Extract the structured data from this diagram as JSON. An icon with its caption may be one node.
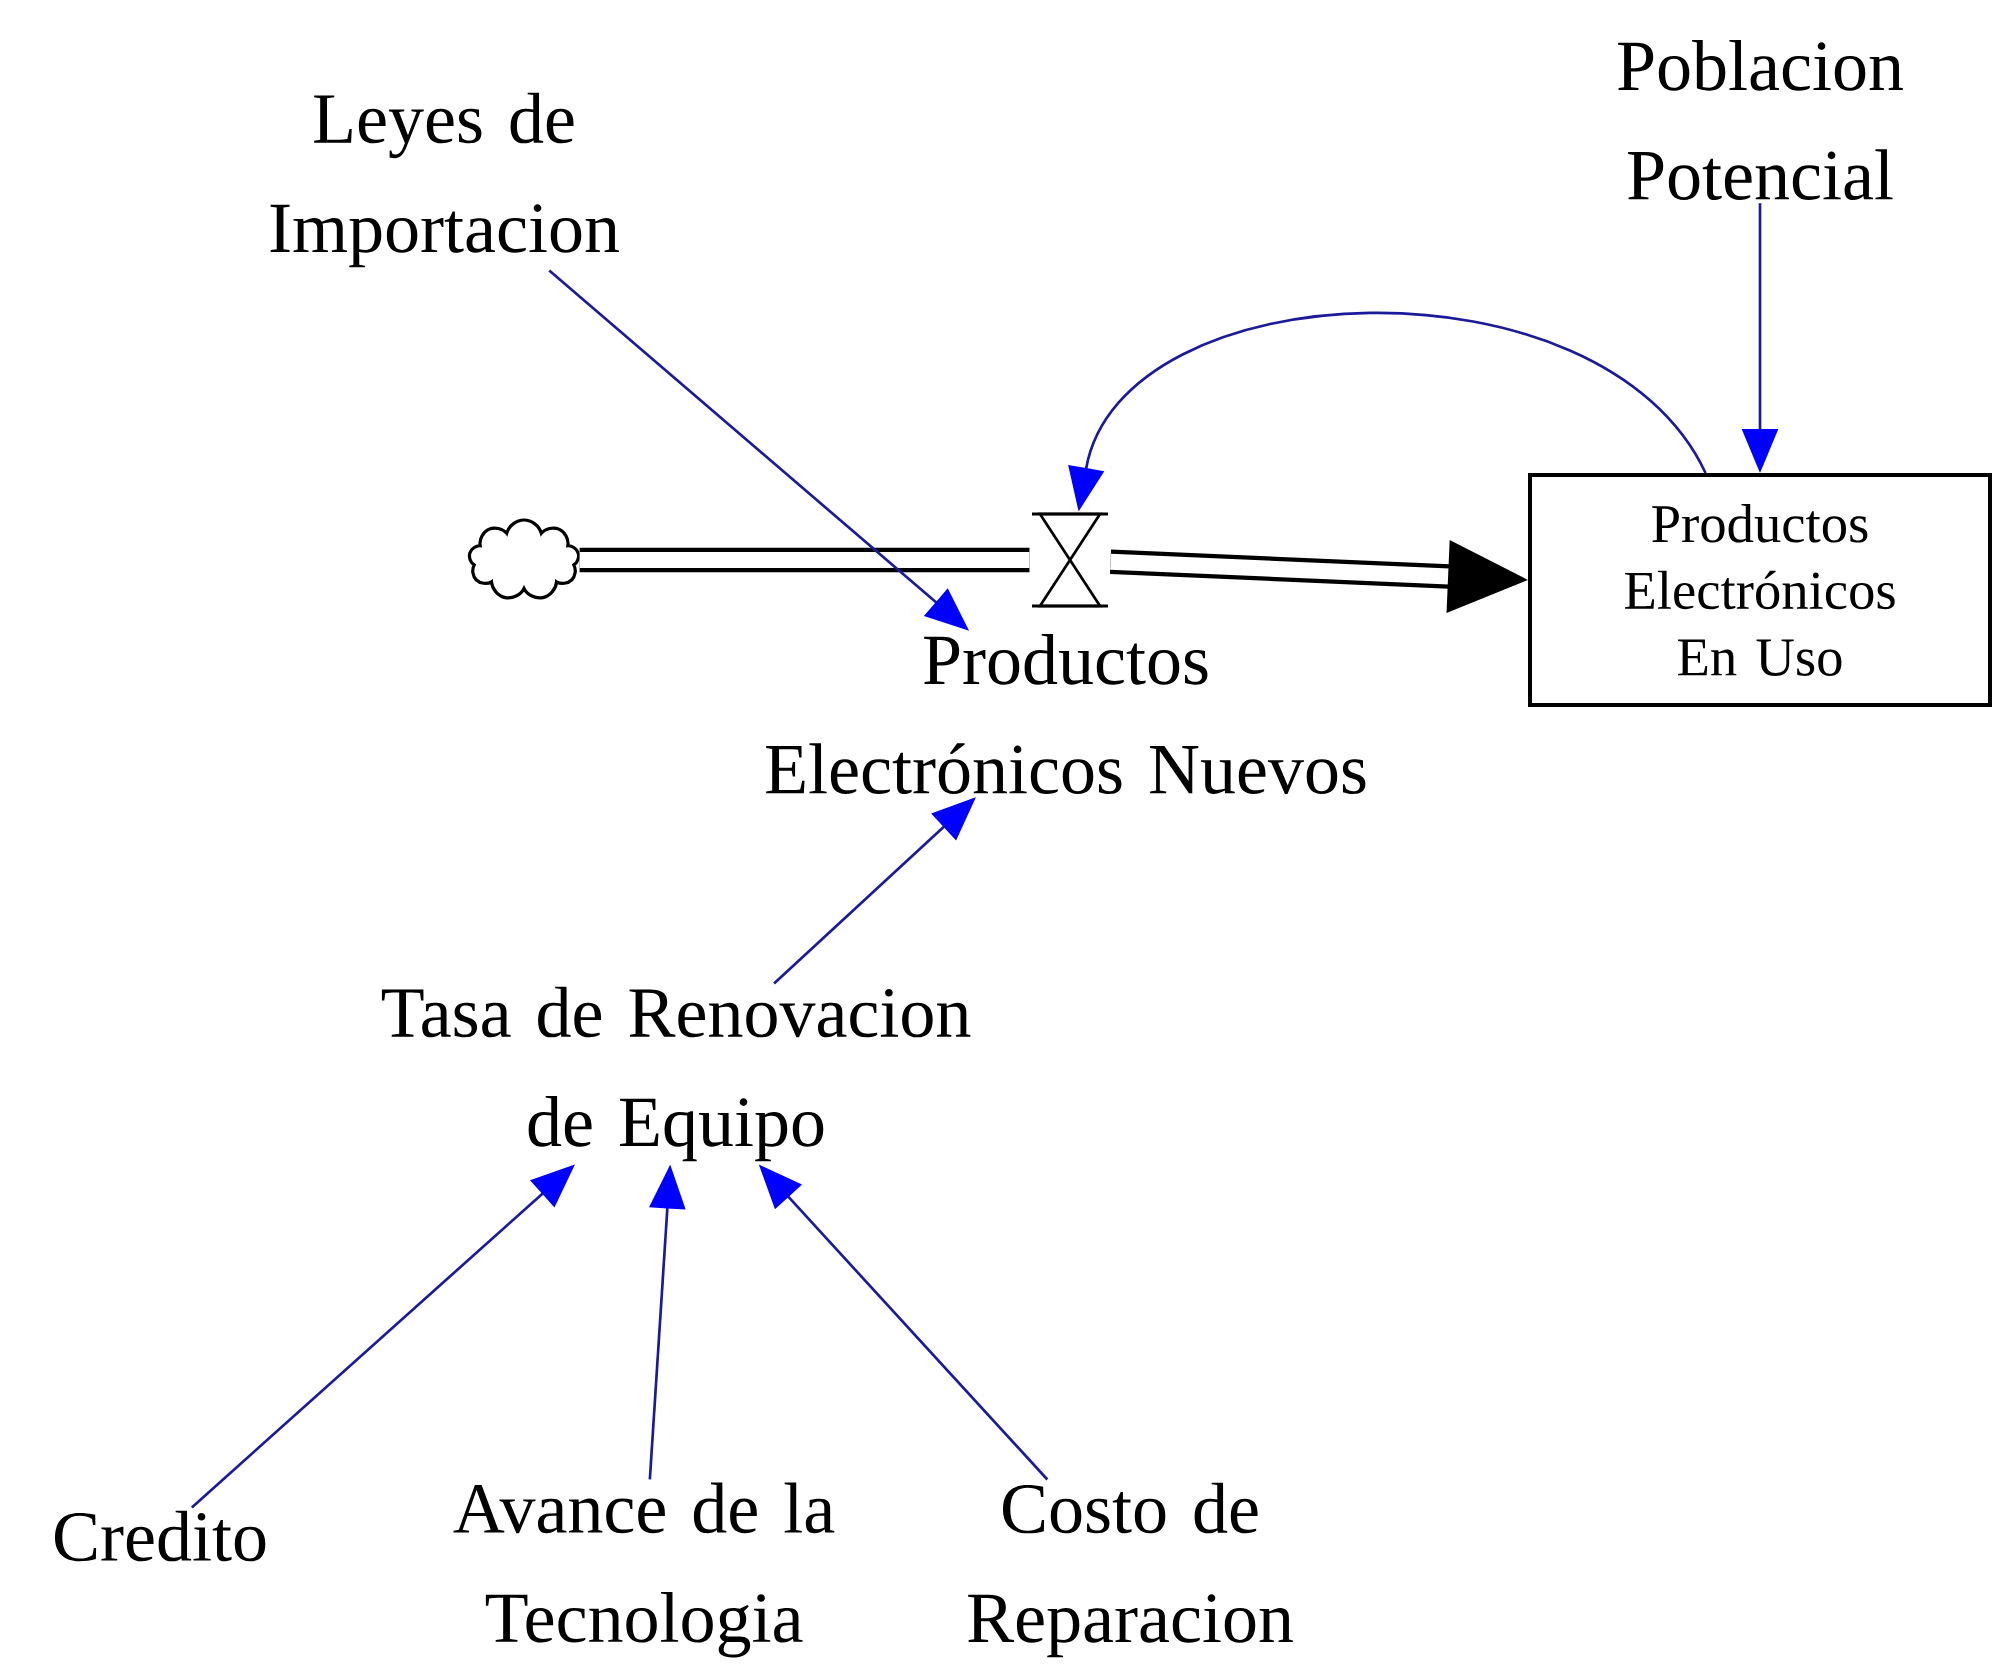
{
  "diagram": {
    "nodes": [
      {
        "text": [
          "Leyes de Importacion"
        ]
      },
      {
        "text": [
          "Poblacion Potencial"
        ]
      },
      {
        "text": [],
        "shape": "cloud"
      },
      {
        "text": [],
        "shape": "valve"
      },
      {
        "text": [
          "Productos Electrónicos Nuevos"
        ]
      },
      {
        "text": [
          "Productos Electrónicos En Uso"
        ]
      },
      {
        "text": [
          "Tasa de Renovacion de Equipo"
        ]
      },
      {
        "text": [
          "Credito"
        ]
      },
      {
        "text": [
          "Avance de la Tecnologia"
        ]
      },
      {
        "text": [
          "Costo de Reparacion"
        ]
      }
    ],
    "edges": [
      {
        "from": 2,
        "to": 3,
        "arrow": "none",
        "style": "thick",
        "color": "#000000"
      },
      {
        "from": 3,
        "to": 5,
        "arrow": "to",
        "style": "thick",
        "color": "#000000"
      },
      {
        "from": 0,
        "to": 4,
        "arrow": "to"
      },
      {
        "from": 5,
        "to": 3,
        "arrow": "to"
      },
      {
        "from": 1,
        "to": 5,
        "arrow": "to"
      },
      {
        "from": 6,
        "to": 4,
        "arrow": "to"
      },
      {
        "from": 7,
        "to": 6,
        "arrow": "to"
      },
      {
        "from": 8,
        "to": 6,
        "arrow": "to"
      },
      {
        "from": 9,
        "to": 6,
        "arrow": "to"
      }
    ]
  }
}
